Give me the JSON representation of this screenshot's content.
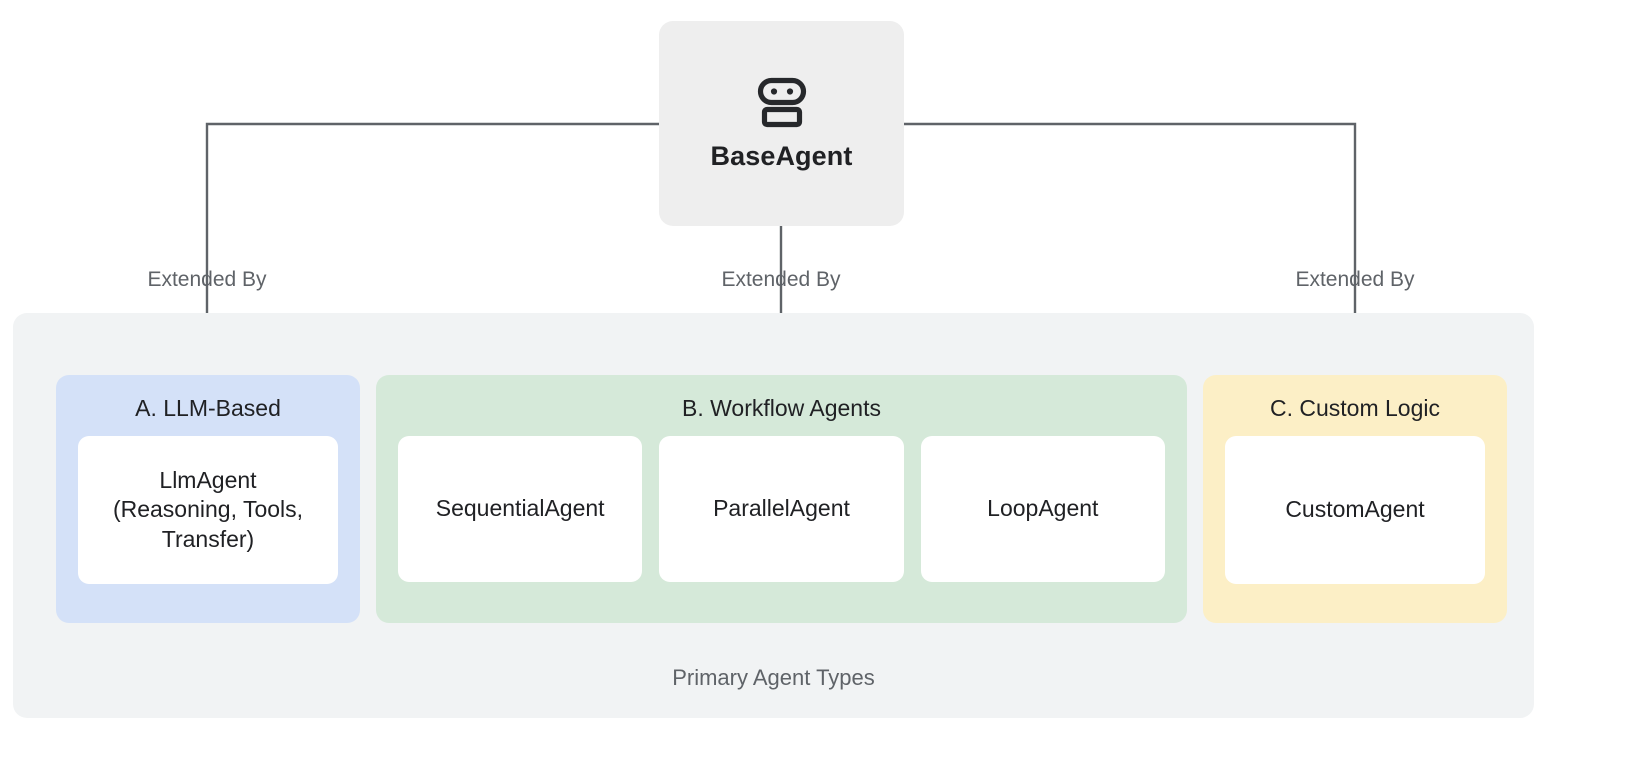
{
  "diagram": {
    "root": {
      "label": "BaseAgent",
      "icon": "robot-icon"
    },
    "edges": [
      {
        "label": "Extended By"
      },
      {
        "label": "Extended By"
      },
      {
        "label": "Extended By"
      }
    ],
    "group": {
      "caption": "Primary Agent Types",
      "panels": [
        {
          "id": "llm",
          "title": "A. LLM-Based",
          "color": "#d4e1f8",
          "cards": [
            {
              "label": "LlmAgent\n(Reasoning, Tools,\nTransfer)"
            }
          ]
        },
        {
          "id": "workflow",
          "title": "B. Workflow Agents",
          "color": "#d5e9d9",
          "cards": [
            {
              "label": "SequentialAgent"
            },
            {
              "label": "ParallelAgent"
            },
            {
              "label": "LoopAgent"
            }
          ]
        },
        {
          "id": "custom",
          "title": "C. Custom Logic",
          "color": "#fcefc6",
          "cards": [
            {
              "label": "CustomAgent"
            }
          ]
        }
      ]
    },
    "colors": {
      "root_bg": "#eeeeee",
      "group_bg": "#f1f3f4",
      "edge": "#5f6368",
      "card_bg": "#ffffff",
      "text": "#202124",
      "muted_text": "#5f6368"
    }
  }
}
